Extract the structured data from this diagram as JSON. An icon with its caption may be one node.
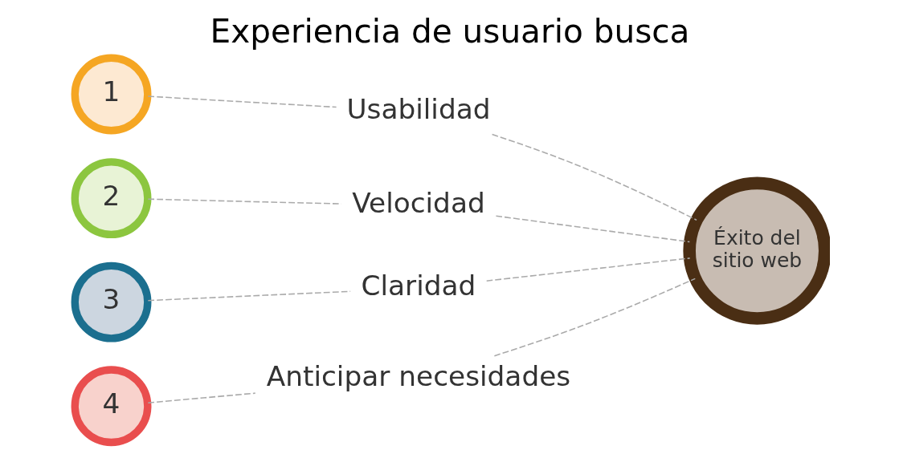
{
  "diagram": {
    "title": "Experiencia de usuario busca",
    "nodes": [
      {
        "text": [
          "1"
        ]
      },
      {
        "text": [
          "Usabilidad"
        ]
      },
      {
        "text": [
          "2"
        ]
      },
      {
        "text": [
          "Velocidad"
        ]
      },
      {
        "text": [
          "3"
        ]
      },
      {
        "text": [
          "Claridad"
        ]
      },
      {
        "text": [
          "4"
        ]
      },
      {
        "text": [
          "Anticipar necesidades"
        ]
      },
      {
        "text": [
          "Éxito del sitio web"
        ]
      }
    ],
    "edges": [
      {
        "from": 0,
        "to": 1,
        "arrow": "none",
        "style": "dashed"
      },
      {
        "from": 2,
        "to": 3,
        "arrow": "none",
        "style": "dashed"
      },
      {
        "from": 4,
        "to": 5,
        "arrow": "none",
        "style": "dashed"
      },
      {
        "from": 6,
        "to": 7,
        "arrow": "none",
        "style": "dashed"
      },
      {
        "from": 1,
        "to": 8,
        "arrow": "none",
        "style": "dashed"
      },
      {
        "from": 3,
        "to": 8,
        "arrow": "none",
        "style": "dashed"
      },
      {
        "from": 5,
        "to": 8,
        "arrow": "none",
        "style": "dashed"
      },
      {
        "from": 7,
        "to": 8,
        "arrow": "none",
        "style": "dashed"
      }
    ]
  }
}
